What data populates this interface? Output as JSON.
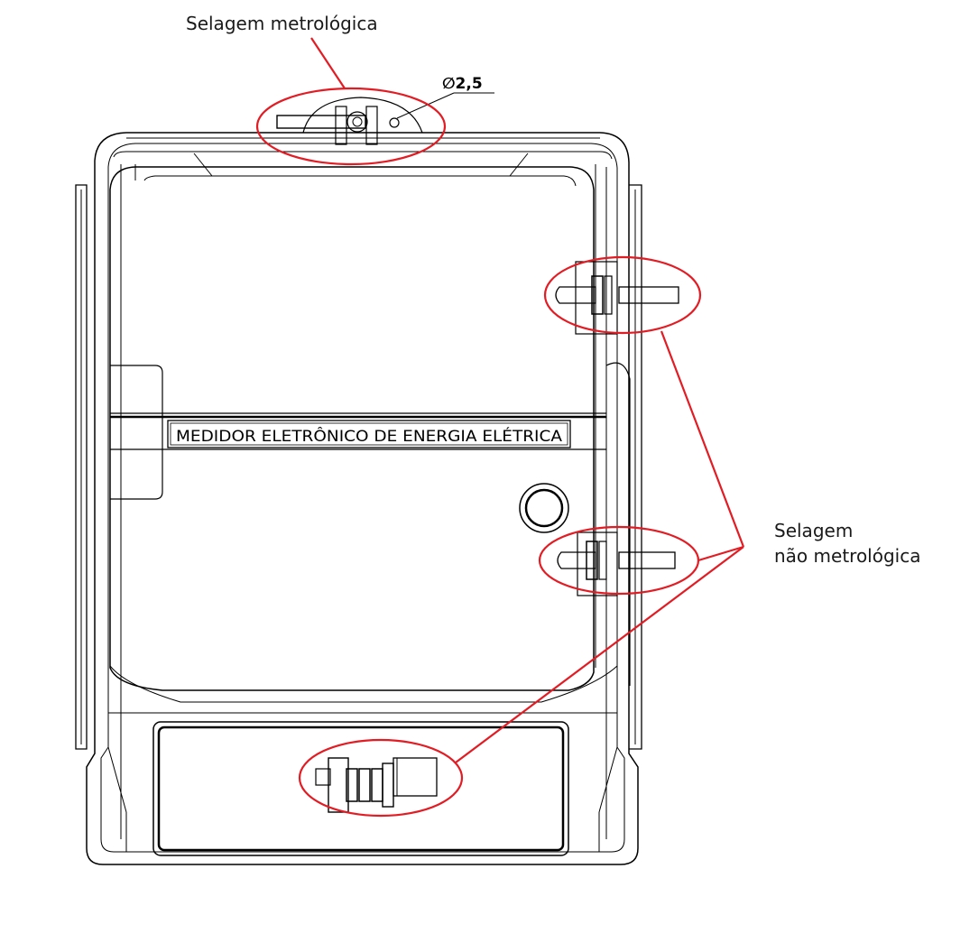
{
  "labels": {
    "metrological_seal": "Selagem metrológica",
    "non_metrological_seal_line1": "Selagem",
    "non_metrological_seal_line2": "não metrológica",
    "meter_nameplate": "MEDIDOR ELETRÔNICO DE ENERGIA ELÉTRICA",
    "hole_diameter": "∅2,5"
  },
  "colors": {
    "drawing_line": "#000000",
    "highlight": "#e31b23",
    "annotation_text": "#1a1a1a",
    "background": "#ffffff"
  }
}
